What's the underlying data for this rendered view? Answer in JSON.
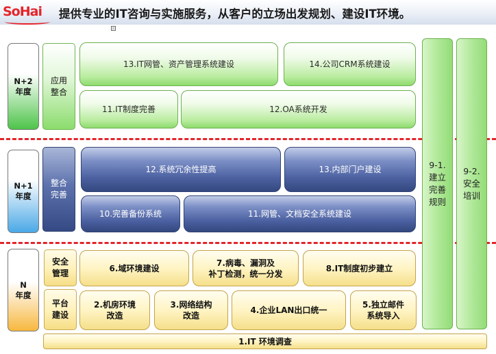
{
  "header": {
    "logo_text": "SoHai",
    "slogan": "提供专业的IT咨询与实施服务，从客户的立场出发规划、建设IT环境。"
  },
  "years": {
    "n2": "N+2\n年度",
    "n1": "N+1\n年度",
    "n": "N\n年度"
  },
  "categories": {
    "app_integration": "应用\n整合",
    "integration_improve": "整合\n完善",
    "security_mgmt": "安全\n管理",
    "platform_build": "平台\n建设"
  },
  "projects_n2": {
    "p13": "13.IT网管、资产管理系统建设",
    "p14": "14.公司CRM系统建设",
    "p11": "11.IT制度完善",
    "p12": "12.OA系统开发"
  },
  "projects_n1": {
    "p12": "12.系统冗余性提高",
    "p13": "13.内部门户建设",
    "p10": "10.完善备份系统",
    "p11": "11.网管、文档安全系统建设"
  },
  "projects_n": {
    "p6": "6.域环境建设",
    "p7": "7.病毒、漏洞及\n补丁检测，统一分发",
    "p8": "8.IT制度初步建立",
    "p2": "2.机房环境\n改造",
    "p3": "3.网络结构\n改造",
    "p4": "4.企业LAN出口统一",
    "p5": "5.独立邮件\n系统导入",
    "p1": "1.IT 环境调查"
  },
  "columns": {
    "p9_1": "9-1.\n建立\n完善\n规则",
    "p9_2": "9-2.\n安全\n培训"
  },
  "colors": {
    "separator": "#e3232a",
    "green_theme": "#8fdb6e",
    "navy_theme": "#34487f",
    "yellow_theme": "#f5df8a",
    "logo_red": "#e5242b"
  }
}
